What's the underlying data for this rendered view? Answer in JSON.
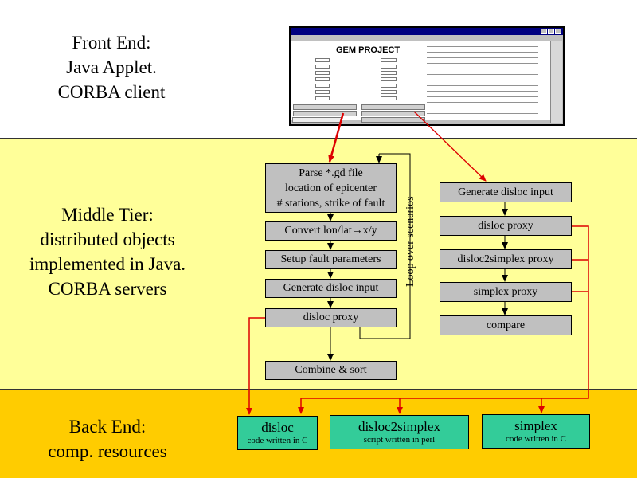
{
  "tiers": {
    "front": [
      "Front End:",
      "Java Applet.",
      "CORBA client"
    ],
    "middle": [
      "Middle Tier:",
      "distributed objects",
      "implemented in Java.",
      "CORBA servers"
    ],
    "back": [
      "Back End:",
      "comp. resources"
    ]
  },
  "applet": {
    "title": "GEM PROJECT"
  },
  "left_column": {
    "parse": [
      "Parse *.gd file",
      "location of epicenter",
      "# stations, strike of fault"
    ],
    "convert": "Convert lon/lat→x/y",
    "setup": "Setup fault parameters",
    "generate": "Generate disloc input",
    "proxy": "disloc proxy",
    "combine": "Combine & sort",
    "loop": "Loop over scenarios"
  },
  "right_column": {
    "generate": "Generate disloc input",
    "disloc_proxy": "disloc proxy",
    "d2s_proxy": "disloc2simplex proxy",
    "simplex_proxy": "simplex proxy",
    "compare": "compare"
  },
  "resources": [
    {
      "title": "disloc",
      "sub": "code written in C"
    },
    {
      "title": "disloc2simplex",
      "sub": "script written in perl"
    },
    {
      "title": "simplex",
      "sub": "code written in C"
    }
  ],
  "colors": {
    "red_arrow": "#dd0000",
    "black_arrow": "#000000",
    "box_gray": "#c0c0c0",
    "resource_green": "#33cc99",
    "middle_band": "#ffff99",
    "back_band": "#ffcc00"
  }
}
